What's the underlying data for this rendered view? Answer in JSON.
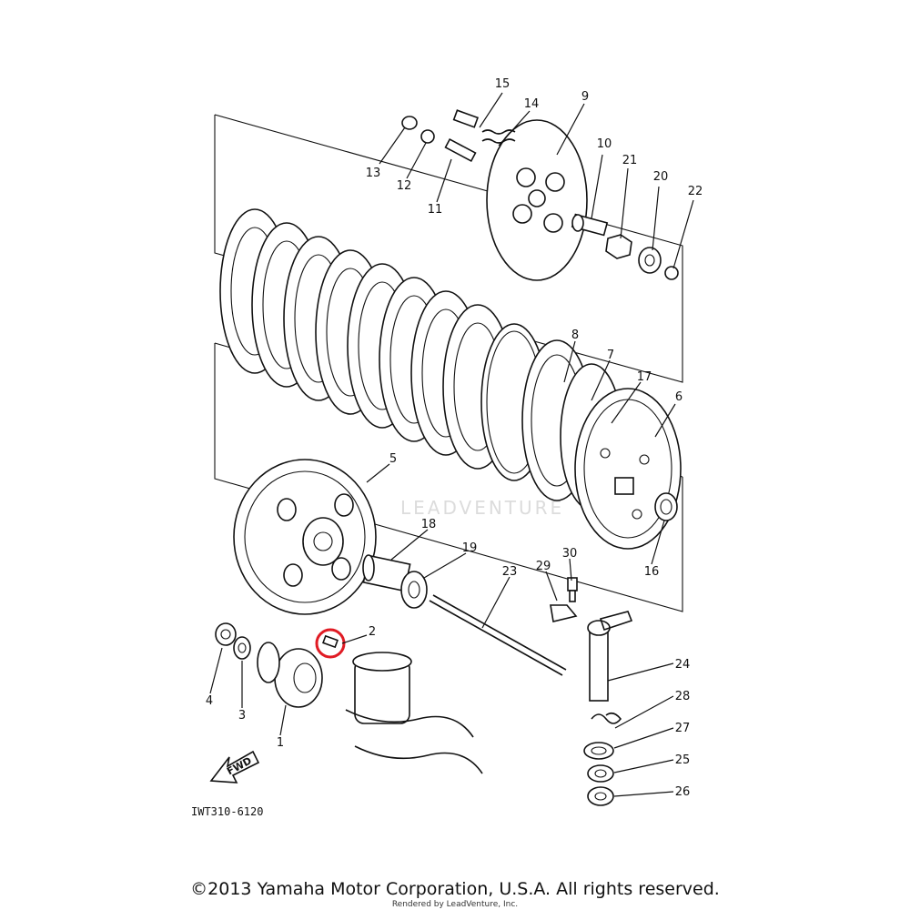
{
  "diagram": {
    "figure_code": "IWT310-6120",
    "fwd_label": "FWD",
    "watermark": "LEADVENTURE",
    "highlight_color": "#e01b24",
    "highlighted_part": "2",
    "callouts": {
      "c1": "1",
      "c2": "2",
      "c3": "3",
      "c4": "4",
      "c5": "5",
      "c6": "6",
      "c7": "7",
      "c8": "8",
      "c9": "9",
      "c10": "10",
      "c11": "11",
      "c12": "12",
      "c13": "13",
      "c14": "14",
      "c15": "15",
      "c16": "16",
      "c17": "17",
      "c18": "18",
      "c19": "19",
      "c20": "20",
      "c21": "21",
      "c22": "22",
      "c23": "23",
      "c24": "24",
      "c25": "25",
      "c26": "26",
      "c27": "27",
      "c28": "28",
      "c29": "29",
      "c30": "30"
    }
  },
  "footer": {
    "copyright": "©2013 Yamaha Motor Corporation, U.S.A. All rights reserved.",
    "rendered_by": "Rendered by LeadVenture, Inc."
  }
}
